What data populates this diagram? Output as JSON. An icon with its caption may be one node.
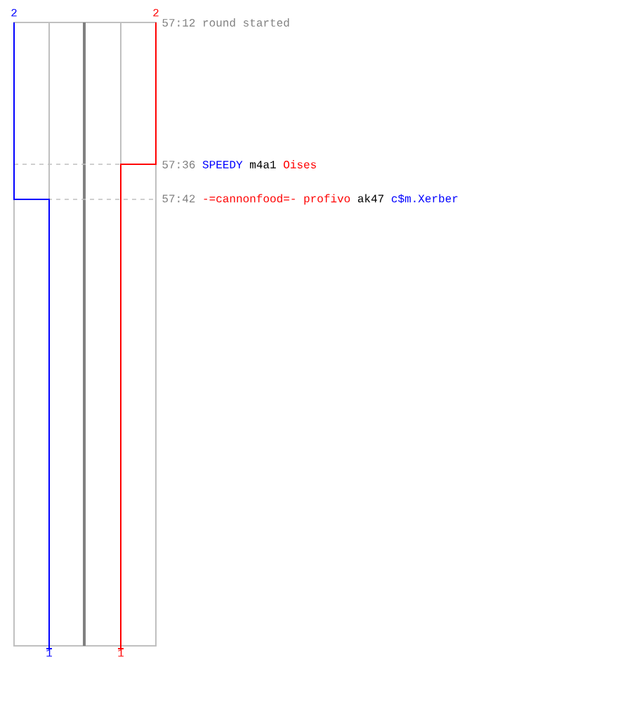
{
  "diagram": {
    "labels": [
      "2",
      "2",
      "57:12",
      "round started",
      "57:36",
      "SPEEDY",
      "m4a1",
      "Oises",
      "57:42",
      "-=cannonfood=-",
      "profivo",
      "ak47",
      "c$m.Xerber",
      "1",
      "1"
    ]
  }
}
